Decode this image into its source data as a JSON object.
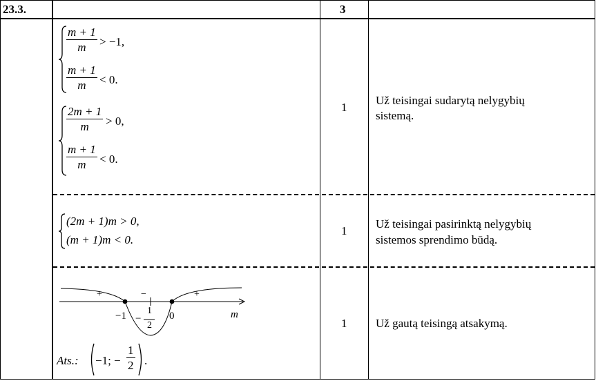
{
  "header": {
    "task_number": "23.3.",
    "points_total": "3"
  },
  "step1": {
    "system1": {
      "eq1": {
        "num": "m + 1",
        "den": "m",
        "rel": "> −1,"
      },
      "eq2": {
        "num": "m + 1",
        "den": "m",
        "rel": "< 0."
      }
    },
    "system2": {
      "eq1": {
        "num": "2m + 1",
        "den": "m",
        "rel": "> 0,"
      },
      "eq2": {
        "num": "m + 1",
        "den": "m",
        "rel": "< 0."
      }
    },
    "points": "1",
    "criterion": [
      "Už teisingai sudarytą nelygybių",
      "sistemą."
    ]
  },
  "step2": {
    "line1": "(2m + 1)m > 0,",
    "line2": "(m + 1)m < 0.",
    "points": "1",
    "criterion": [
      "Už teisingai pasirinktą nelygybių",
      "sistemos sprendimo būdą."
    ]
  },
  "step3": {
    "number_line": {
      "axis_label": "m",
      "tick_left": "−1",
      "tick_mid_num": "1",
      "tick_mid_den": "2",
      "tick_mid_sign": "−",
      "tick_right": "0",
      "sign_left": "+",
      "sign_mid": "−",
      "sign_right": "+"
    },
    "answer_label": "Ats.:",
    "answer_left": "−1; −",
    "answer_num": "1",
    "answer_den": "2",
    "answer_end": ".",
    "points": "1",
    "criterion": [
      "Už gautą teisingą atsakymą."
    ]
  }
}
